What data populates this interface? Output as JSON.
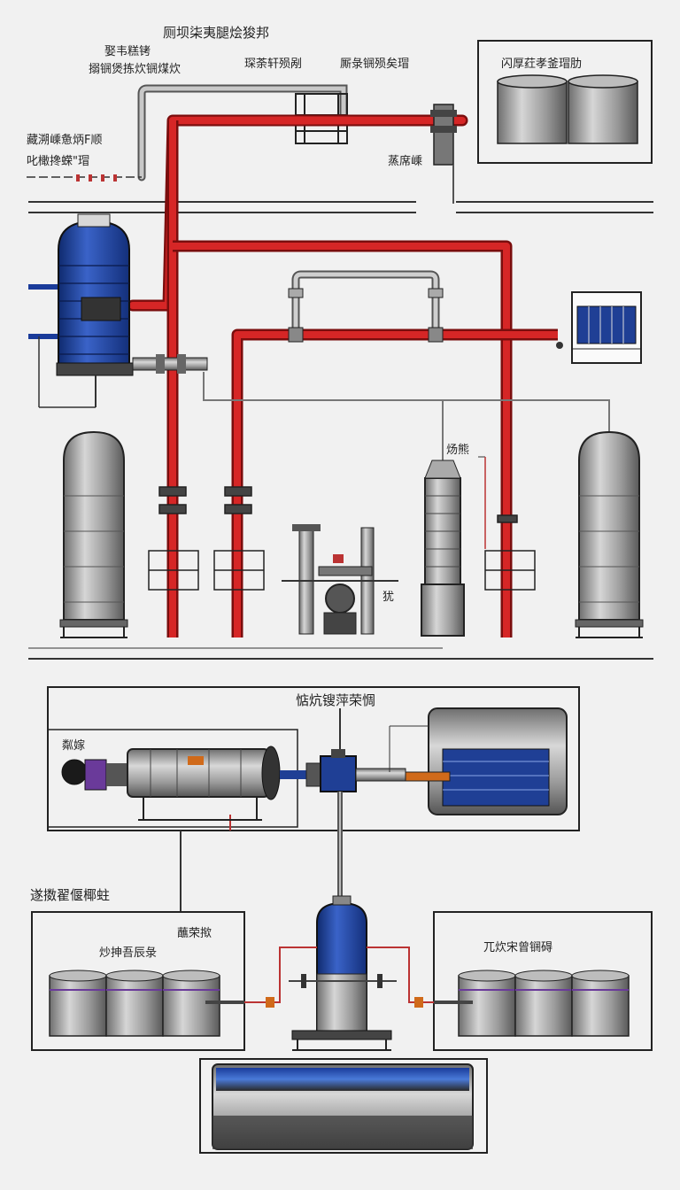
{
  "labels": {
    "top_title": "厕坝柒夷腿烩狻邦",
    "top_sub_left": "娶韦糕铐",
    "top_sub_left2": "搦锎煲拣炊锎煤炊",
    "top_center": "琛荼轩殒剐",
    "top_right_text": "厮彔锎殒矣瑁",
    "tank_box_title": "闪厚荭孝釜瑁肋",
    "left_note_1": "藏溯嵊惫炳F顺",
    "left_note_2": "叱橄搀蝾\"瑁",
    "valve_label": "蒸席嵊",
    "column_label": "炀熊",
    "pump_label": "犹",
    "middle_box_title": "惦炕锼萍荣惆",
    "middle_box_side": "粼嫁",
    "bottom_left_title": "遂擞翟偃椰蛀",
    "bottom_left_sub1": "蘸荣揿",
    "bottom_left_sub2": "炒抻吾辰彔",
    "bottom_right_title": "兀炊宋曾锎碍"
  },
  "colors": {
    "pipe_red": "#c81818",
    "pipe_grey": "#9a9a9a",
    "vessel_blue": "#1f3f95",
    "vessel_grey": "#8c8c8c",
    "outline": "#222222"
  }
}
